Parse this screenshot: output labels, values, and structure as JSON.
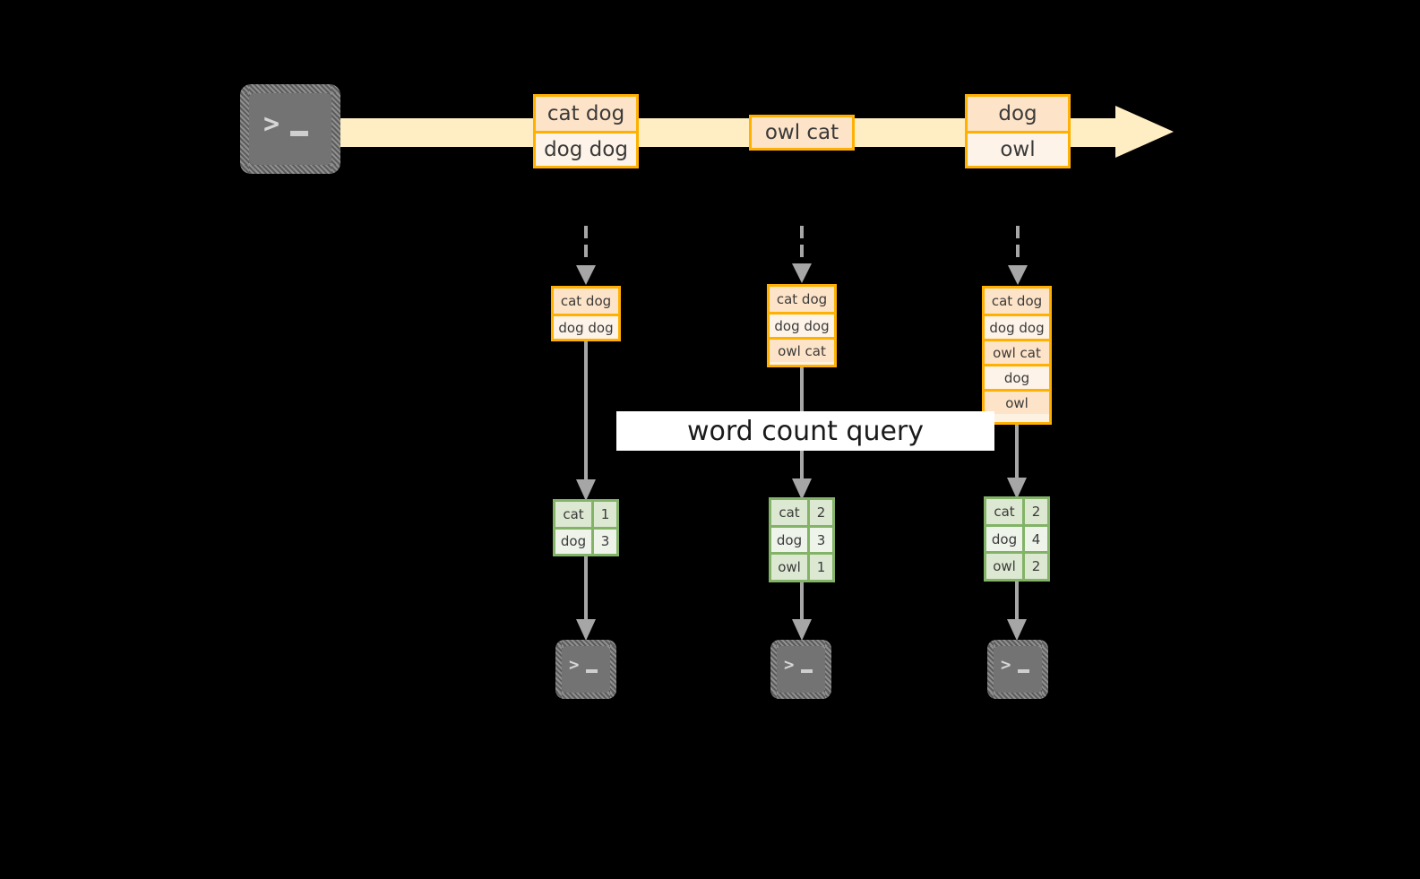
{
  "diagram": {
    "title_label": "word count query",
    "colors": {
      "stream_fill": "#ffeec4",
      "stream_stroke": "#ffeec4",
      "event_border": "#ffb000",
      "event_fill_dark": "#fde3c8",
      "event_fill_light": "#fdf3e8",
      "result_border": "#82b366",
      "result_fill_dark": "#dde8d2",
      "result_fill_light": "#eff4eb",
      "terminal_fill": "#737373",
      "connector": "#a6a6a6",
      "label_bg": "#ffffff",
      "background": "#000000"
    },
    "source_terminal": {
      "icon": "terminal-icon",
      "prompt": ">",
      "cursor": "_"
    },
    "stream": {
      "name": "event-stream-arrow",
      "direction": "right"
    },
    "stream_events": [
      {
        "id": "event-group-1",
        "lines": [
          "cat dog",
          "dog dog"
        ]
      },
      {
        "id": "event-group-2",
        "lines": [
          "owl cat"
        ]
      },
      {
        "id": "event-group-3",
        "lines": [
          "dog",
          "owl"
        ]
      }
    ],
    "snapshots": [
      {
        "id": "snapshot-1",
        "input_lines": [
          "cat dog",
          "dog dog"
        ],
        "results": {
          "rows": [
            {
              "word": "cat",
              "count": "1"
            },
            {
              "word": "dog",
              "count": "3"
            }
          ]
        },
        "sink": {
          "icon": "terminal-icon",
          "prompt": ">",
          "cursor": "_"
        }
      },
      {
        "id": "snapshot-2",
        "input_lines": [
          "cat dog",
          "dog dog",
          "owl cat"
        ],
        "results": {
          "rows": [
            {
              "word": "cat",
              "count": "2"
            },
            {
              "word": "dog",
              "count": "3"
            },
            {
              "word": "owl",
              "count": "1"
            }
          ]
        },
        "sink": {
          "icon": "terminal-icon",
          "prompt": ">",
          "cursor": "_"
        }
      },
      {
        "id": "snapshot-3",
        "input_lines": [
          "cat dog",
          "dog dog",
          "owl cat",
          "dog",
          "owl"
        ],
        "results": {
          "rows": [
            {
              "word": "cat",
              "count": "2"
            },
            {
              "word": "dog",
              "count": "4"
            },
            {
              "word": "owl",
              "count": "2"
            }
          ]
        },
        "sink": {
          "icon": "terminal-icon",
          "prompt": ">",
          "cursor": "_"
        }
      }
    ]
  }
}
